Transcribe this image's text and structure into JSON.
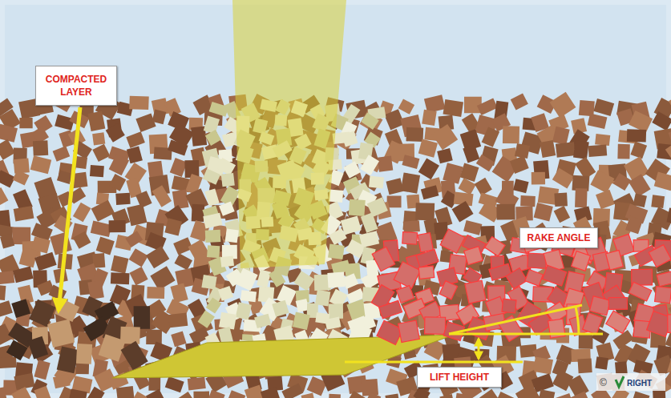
{
  "diagram": {
    "nodes": [
      {
        "text": [
          "COMPACTED LAYER"
        ]
      },
      {
        "text": [
          "RAKE ANGLE"
        ]
      },
      {
        "text": [
          "LIFT HEIGHT"
        ]
      }
    ],
    "labels": [
      "©",
      "RIGHT"
    ]
  }
}
